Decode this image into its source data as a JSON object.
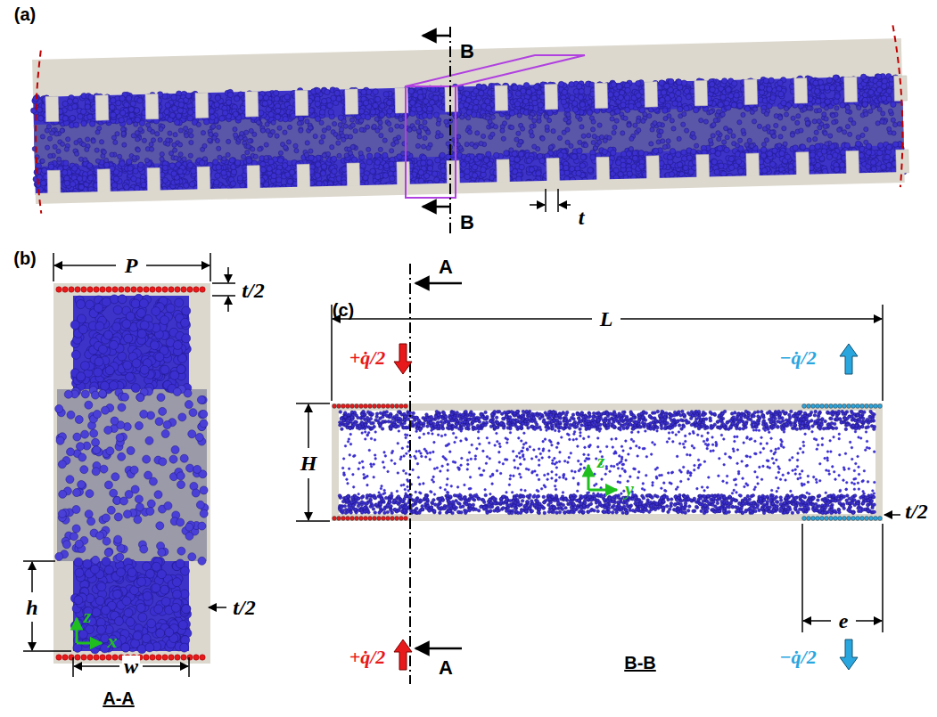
{
  "diagram": {
    "labels": [
      "(a)",
      "B",
      "B",
      "t",
      "(b)",
      "P",
      "t/2",
      "(c)",
      "L",
      "+q̇/2",
      "A",
      "−q̇/2",
      "H",
      "t/2",
      "h",
      "t/2",
      "z",
      "x",
      "z",
      "y",
      "w",
      "+q̇/2",
      "A",
      "−q̇/2",
      "e",
      "A-A",
      "B-B"
    ]
  }
}
